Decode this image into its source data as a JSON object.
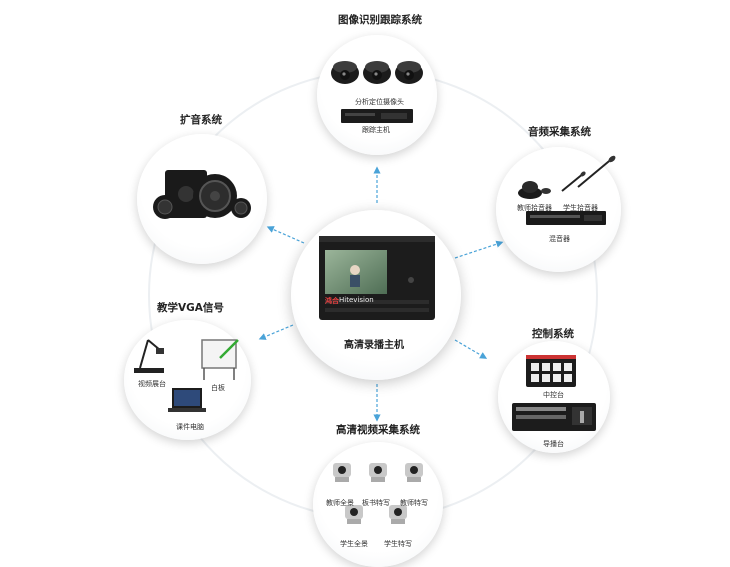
{
  "center": {
    "title": "高清录播主机",
    "brand": "Hitevision",
    "brand_prefix": "鸿合"
  },
  "nodes": {
    "tracking": {
      "title": "图像识别跟踪系统",
      "cam_label": "分析定位摄像头",
      "host_label": "跟踪主机"
    },
    "amplify": {
      "title": "扩音系统"
    },
    "audio": {
      "title": "音频采集系统",
      "teacher_mic": "教师拾音器",
      "student_mic": "学生拾音器",
      "mixer": "混音器"
    },
    "vga": {
      "title": "教学VGA信号",
      "projector": "视频展台",
      "whiteboard": "白板",
      "laptop": "课件电脑"
    },
    "control": {
      "title": "控制系统",
      "panel": "中控台",
      "director": "导播台"
    },
    "video": {
      "title": "高清视频采集系统",
      "cams": [
        "教师全景",
        "板书特写",
        "教师特写",
        "学生全景",
        "学生特写"
      ]
    }
  },
  "colors": {
    "arrow": "#4aa3d8",
    "ring": "#eceff2",
    "device": "#1c1c1c"
  }
}
